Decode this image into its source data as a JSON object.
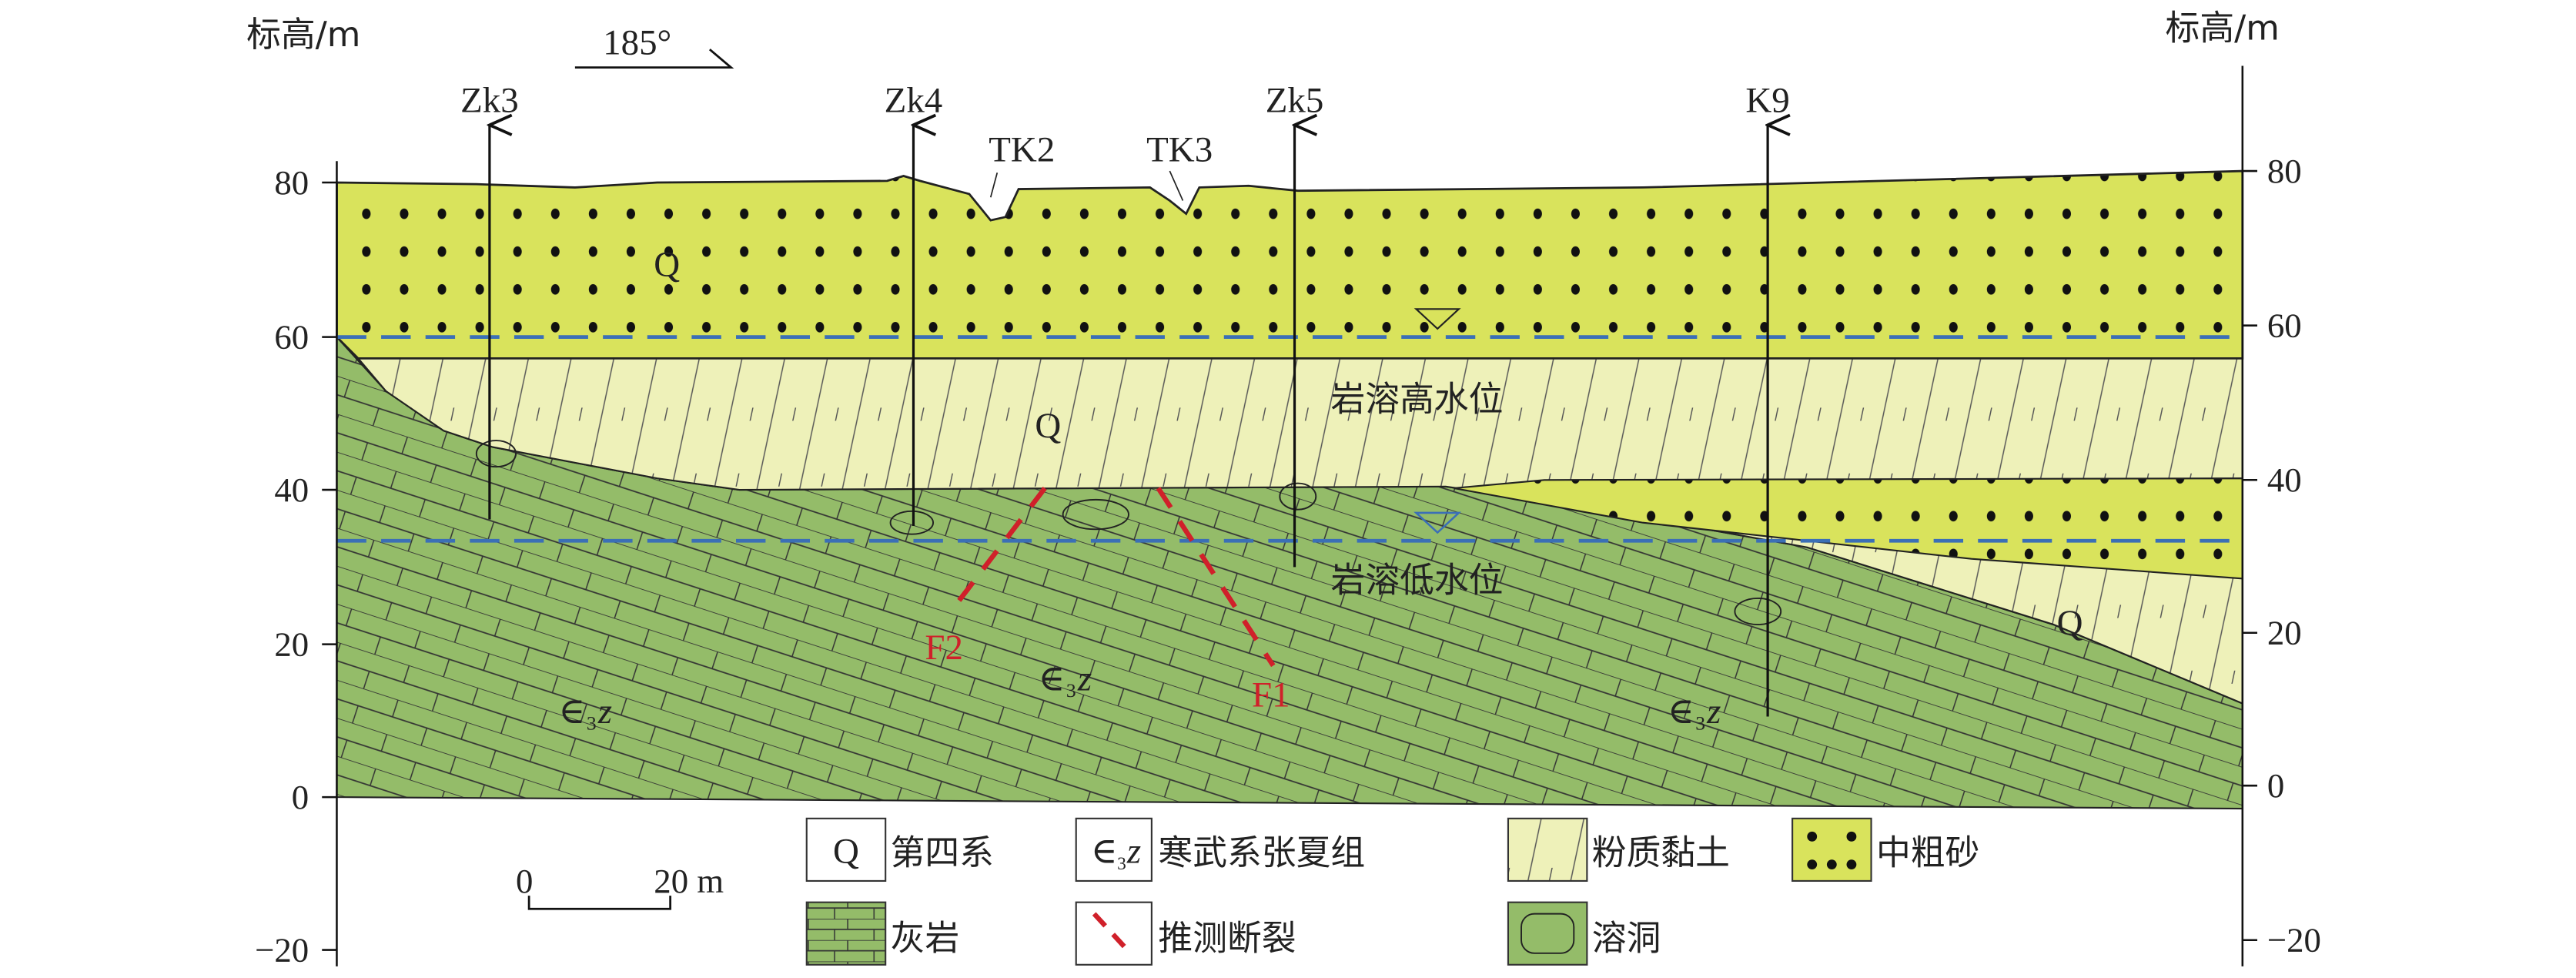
{
  "axes": {
    "left_title": "标高/m",
    "right_title": "标高/m",
    "ticks": [
      "80",
      "60",
      "40",
      "20",
      "0",
      "−20"
    ]
  },
  "direction": "185°",
  "boreholes": [
    "Zk3",
    "Zk4",
    "Zk5",
    "K9"
  ],
  "pits": [
    "TK2",
    "TK3"
  ],
  "faults": [
    "F2",
    "F1"
  ],
  "water_levels": {
    "high": "岩溶高水位",
    "low": "岩溶低水位"
  },
  "units": {
    "quaternary": "Q",
    "cambrian": "∈",
    "cambrian_sub": "3",
    "cambrian_z": "z"
  },
  "scale_bar": {
    "start": "0",
    "end": "20 m"
  },
  "legend": [
    {
      "symbol": "Q",
      "label": "第四系"
    },
    {
      "symbol": "∈₃z",
      "label": "寒武系张夏组"
    },
    {
      "label": "粉质黏土"
    },
    {
      "label": "中粗砂"
    },
    {
      "label": "灰岩"
    },
    {
      "label": "推测断裂"
    },
    {
      "label": "溶洞"
    }
  ],
  "colors": {
    "sand": "#d9e35c",
    "clay": "#eef1b9",
    "limestone": "#94bc69",
    "water": "#3b6fb6",
    "fault": "#d0202a"
  }
}
